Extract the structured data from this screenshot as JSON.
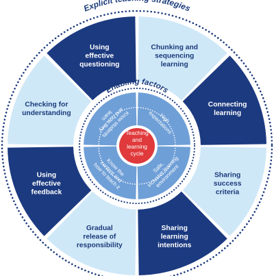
{
  "outer_title": "Explicit teaching strategies",
  "inner_title": "Enabling factors",
  "center": {
    "lines": [
      "Teaching",
      "and",
      "learning",
      "cycle"
    ]
  },
  "colors": {
    "dark_navy": "#1c3a80",
    "light_blue": "#cfe8f8",
    "mid_blue": "#6f9fd7",
    "core_red": "#e03a3c",
    "title_blue": "#1a3a7a",
    "dot_border": "#1c3a80"
  },
  "strategies": [
    {
      "lines": [
        "Chunking and",
        "sequencing",
        "learning"
      ],
      "style": "light"
    },
    {
      "lines": [
        "Connecting",
        "learning"
      ],
      "style": "dark"
    },
    {
      "lines": [
        "Sharing",
        "success",
        "criteria"
      ],
      "style": "light"
    },
    {
      "lines": [
        "Sharing",
        "learning",
        "intentions"
      ],
      "style": "dark"
    },
    {
      "lines": [
        "Gradual",
        "release of",
        "responsibility"
      ],
      "style": "light"
    },
    {
      "lines": [
        "Using",
        "effective",
        "feedback"
      ],
      "style": "dark"
    },
    {
      "lines": [
        "Checking for",
        "understanding"
      ],
      "style": "light"
    },
    {
      "lines": [
        "Using",
        "effective",
        "questioning"
      ],
      "style": "dark"
    }
  ],
  "factors": [
    {
      "lines": [
        "High",
        "expectations"
      ]
    },
    {
      "lines": [
        "Safe,",
        "inclusive learning",
        "environment"
      ]
    },
    {
      "lines": [
        "Know the",
        "content and",
        "how to teach it"
      ]
    },
    {
      "lines": [
        "Know students",
        "and how they",
        "learn"
      ]
    }
  ]
}
